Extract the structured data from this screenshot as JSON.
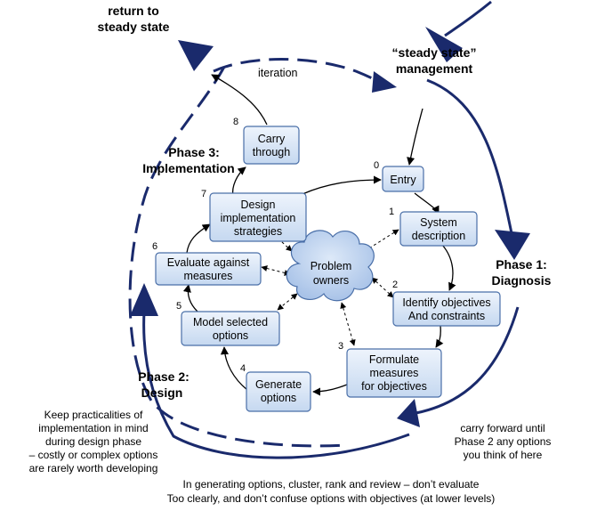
{
  "phases": {
    "return": [
      "return to",
      "steady state"
    ],
    "steady": [
      "“steady state”",
      "management"
    ],
    "diagnosis": [
      "Phase 1:",
      "Diagnosis"
    ],
    "design": [
      "Phase 2:",
      "Design"
    ],
    "implementation": [
      "Phase 3:",
      "Implementation"
    ]
  },
  "iteration_label": "iteration",
  "center": [
    "Problem",
    "owners"
  ],
  "steps": [
    {
      "num": "0",
      "lines": [
        "Entry"
      ]
    },
    {
      "num": "1",
      "lines": [
        "System",
        "description"
      ]
    },
    {
      "num": "2",
      "lines": [
        "Identify objectives",
        "And constraints"
      ]
    },
    {
      "num": "3",
      "lines": [
        "Formulate",
        "measures",
        "for objectives"
      ]
    },
    {
      "num": "4",
      "lines": [
        "Generate",
        "options"
      ]
    },
    {
      "num": "5",
      "lines": [
        "Model selected",
        "options"
      ]
    },
    {
      "num": "6",
      "lines": [
        "Evaluate against",
        "measures"
      ]
    },
    {
      "num": "7",
      "lines": [
        "Design",
        "implementation",
        "strategies"
      ]
    },
    {
      "num": "8",
      "lines": [
        "Carry",
        "through"
      ]
    }
  ],
  "notes": {
    "left": [
      "Keep practicalities of",
      "implementation in mind",
      "during design phase",
      "– costly or complex options",
      "are rarely worth developing"
    ],
    "right": [
      "carry forward until",
      "Phase 2 any options",
      "you think of here"
    ],
    "bottom": [
      "In generating options, cluster, rank and review – don’t evaluate",
      "Too clearly, and don’t confuse options with objectives (at lower levels)"
    ]
  },
  "colors": {
    "box_fill_top": "#eef4fc",
    "box_fill_bottom": "#c5d8f0",
    "box_stroke": "#4a6fa8",
    "arrow_navy": "#1a2a6c"
  }
}
